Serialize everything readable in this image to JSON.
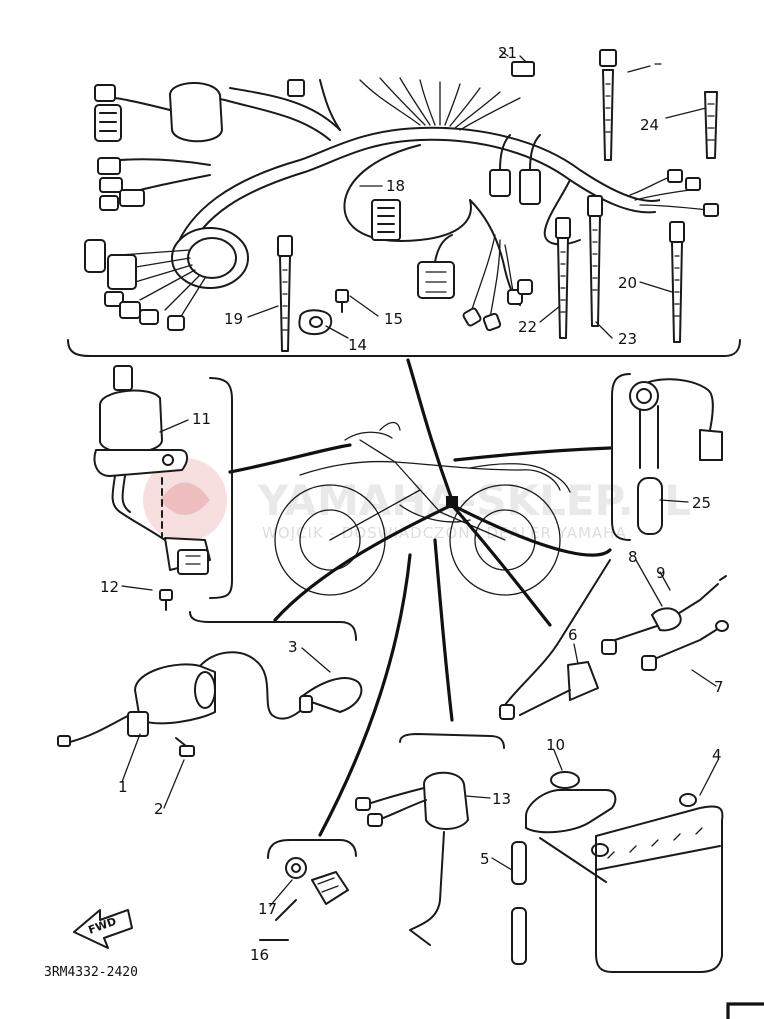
{
  "diagram": {
    "part_code": "3RM4332-2420",
    "fwd_label": "FWD",
    "watermark": {
      "title": "YAMAHA-SKLEP.PL",
      "subtitle": "WOJCIK - DOSWIADCZONY DEALER YAMAHA"
    },
    "callouts": {
      "c1": "1",
      "c2": "2",
      "c3": "3",
      "c4": "4",
      "c5": "5",
      "c6": "6",
      "c7": "7",
      "c8": "8",
      "c9": "9",
      "c10": "10",
      "c11": "11",
      "c12": "12",
      "c13": "13",
      "c14": "14",
      "c15": "15",
      "c16": "16",
      "c17": "17",
      "c18": "18",
      "c19": "19",
      "c20": "20",
      "c21": "21",
      "c22": "22",
      "c23": "23",
      "c24": "24",
      "c25": "25"
    }
  }
}
